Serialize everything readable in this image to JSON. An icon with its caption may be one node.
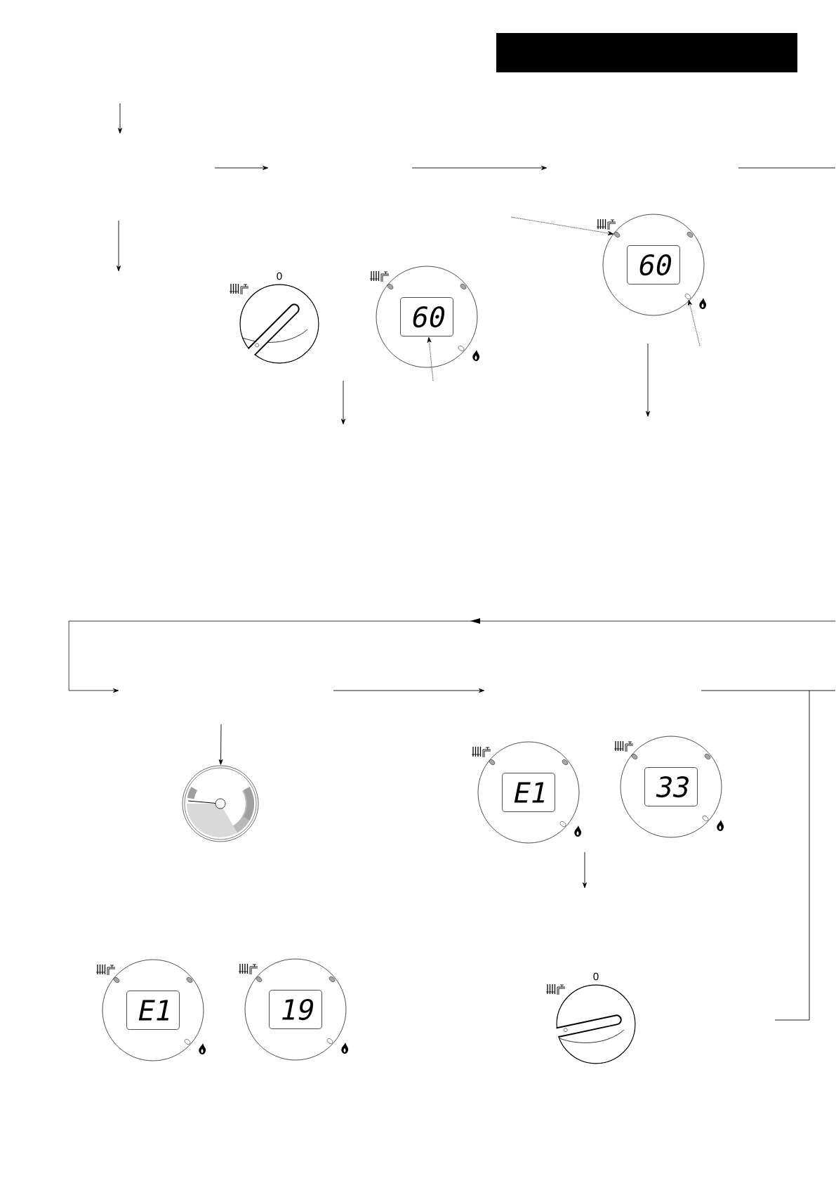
{
  "diagram": {
    "nodes": [
      {
        "text": [
          "60"
        ]
      },
      {
        "text": [
          "60"
        ]
      },
      {
        "text": [],
        "shape": "circle"
      },
      {
        "text": [],
        "shape": "circle"
      },
      {
        "text": [],
        "shape": "picture"
      },
      {
        "text": [
          "E1"
        ]
      },
      {
        "text": [
          "33"
        ]
      },
      {
        "text": [
          "E1"
        ]
      },
      {
        "text": [
          "19"
        ]
      }
    ],
    "edges": [
      {
        "from": null,
        "to": 4,
        "arrow": "to"
      },
      {
        "from": null,
        "to": 0,
        "arrow": "to",
        "style": "dashed"
      },
      {
        "from": null,
        "to": 2,
        "arrow": "to",
        "style": "dashed"
      },
      {
        "from": null,
        "to": 3,
        "arrow": "to",
        "style": "dashed"
      }
    ],
    "labels": [
      "0",
      "0"
    ]
  }
}
